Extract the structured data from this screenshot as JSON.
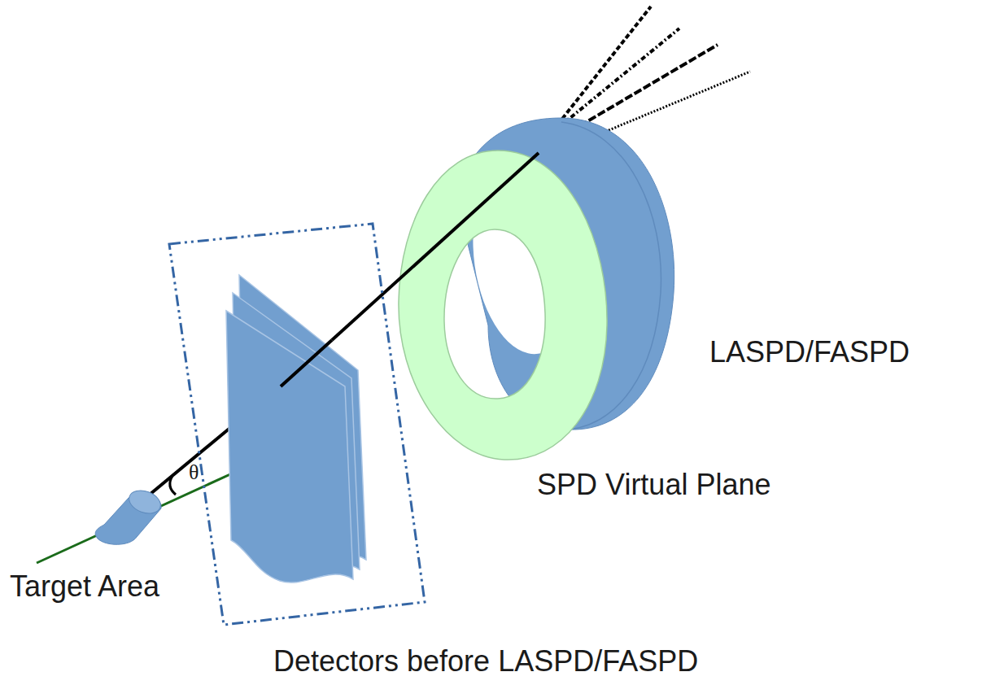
{
  "diagram": {
    "labels": [
      "Target Area",
      "θ",
      "Detectors before LASPD/FASPD",
      "SPD Virtual Plane",
      "LASPD/FASPD"
    ]
  }
}
